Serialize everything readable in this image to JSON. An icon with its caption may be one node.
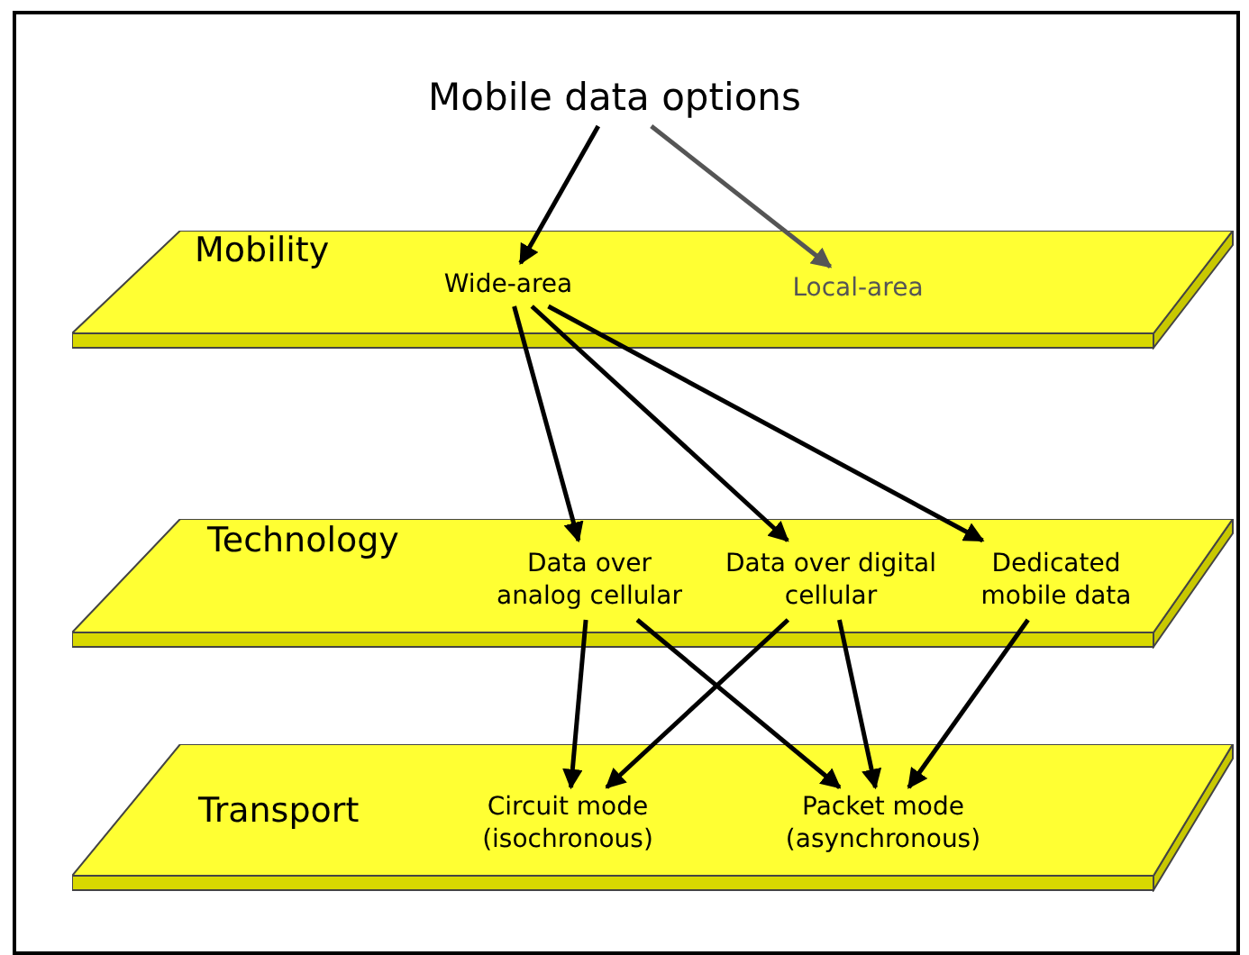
{
  "diagram": {
    "nodes": [
      {
        "text": [
          "Mobile data options"
        ]
      },
      {
        "text": [
          "Mobility"
        ]
      },
      {
        "text": [
          "Wide-area"
        ],
        "in": 1
      },
      {
        "text": [
          "Local-area"
        ],
        "in": 1
      },
      {
        "text": [
          "Technology"
        ]
      },
      {
        "text": [
          "Data over analog cellular"
        ],
        "in": 4
      },
      {
        "text": [
          "Data over digital cellular"
        ],
        "in": 4
      },
      {
        "text": [
          "Dedicated mobile data"
        ],
        "in": 4
      },
      {
        "text": [
          "Transport"
        ]
      },
      {
        "text": [
          "Circuit mode (isochronous)"
        ],
        "in": 8
      },
      {
        "text": [
          "Packet mode (asynchronous)"
        ],
        "in": 8
      }
    ],
    "edges": [
      {
        "from": 0,
        "to": 2,
        "arrow": "to"
      },
      {
        "from": 0,
        "to": 3,
        "arrow": "to",
        "color": "#555555"
      },
      {
        "from": 2,
        "to": 5,
        "arrow": "to"
      },
      {
        "from": 2,
        "to": 6,
        "arrow": "to"
      },
      {
        "from": 2,
        "to": 7,
        "arrow": "to"
      },
      {
        "from": 5,
        "to": 9,
        "arrow": "to"
      },
      {
        "from": 5,
        "to": 10,
        "arrow": "to"
      },
      {
        "from": 6,
        "to": 9,
        "arrow": "to"
      },
      {
        "from": 6,
        "to": 10,
        "arrow": "to"
      },
      {
        "from": 7,
        "to": 10,
        "arrow": "to"
      }
    ]
  }
}
